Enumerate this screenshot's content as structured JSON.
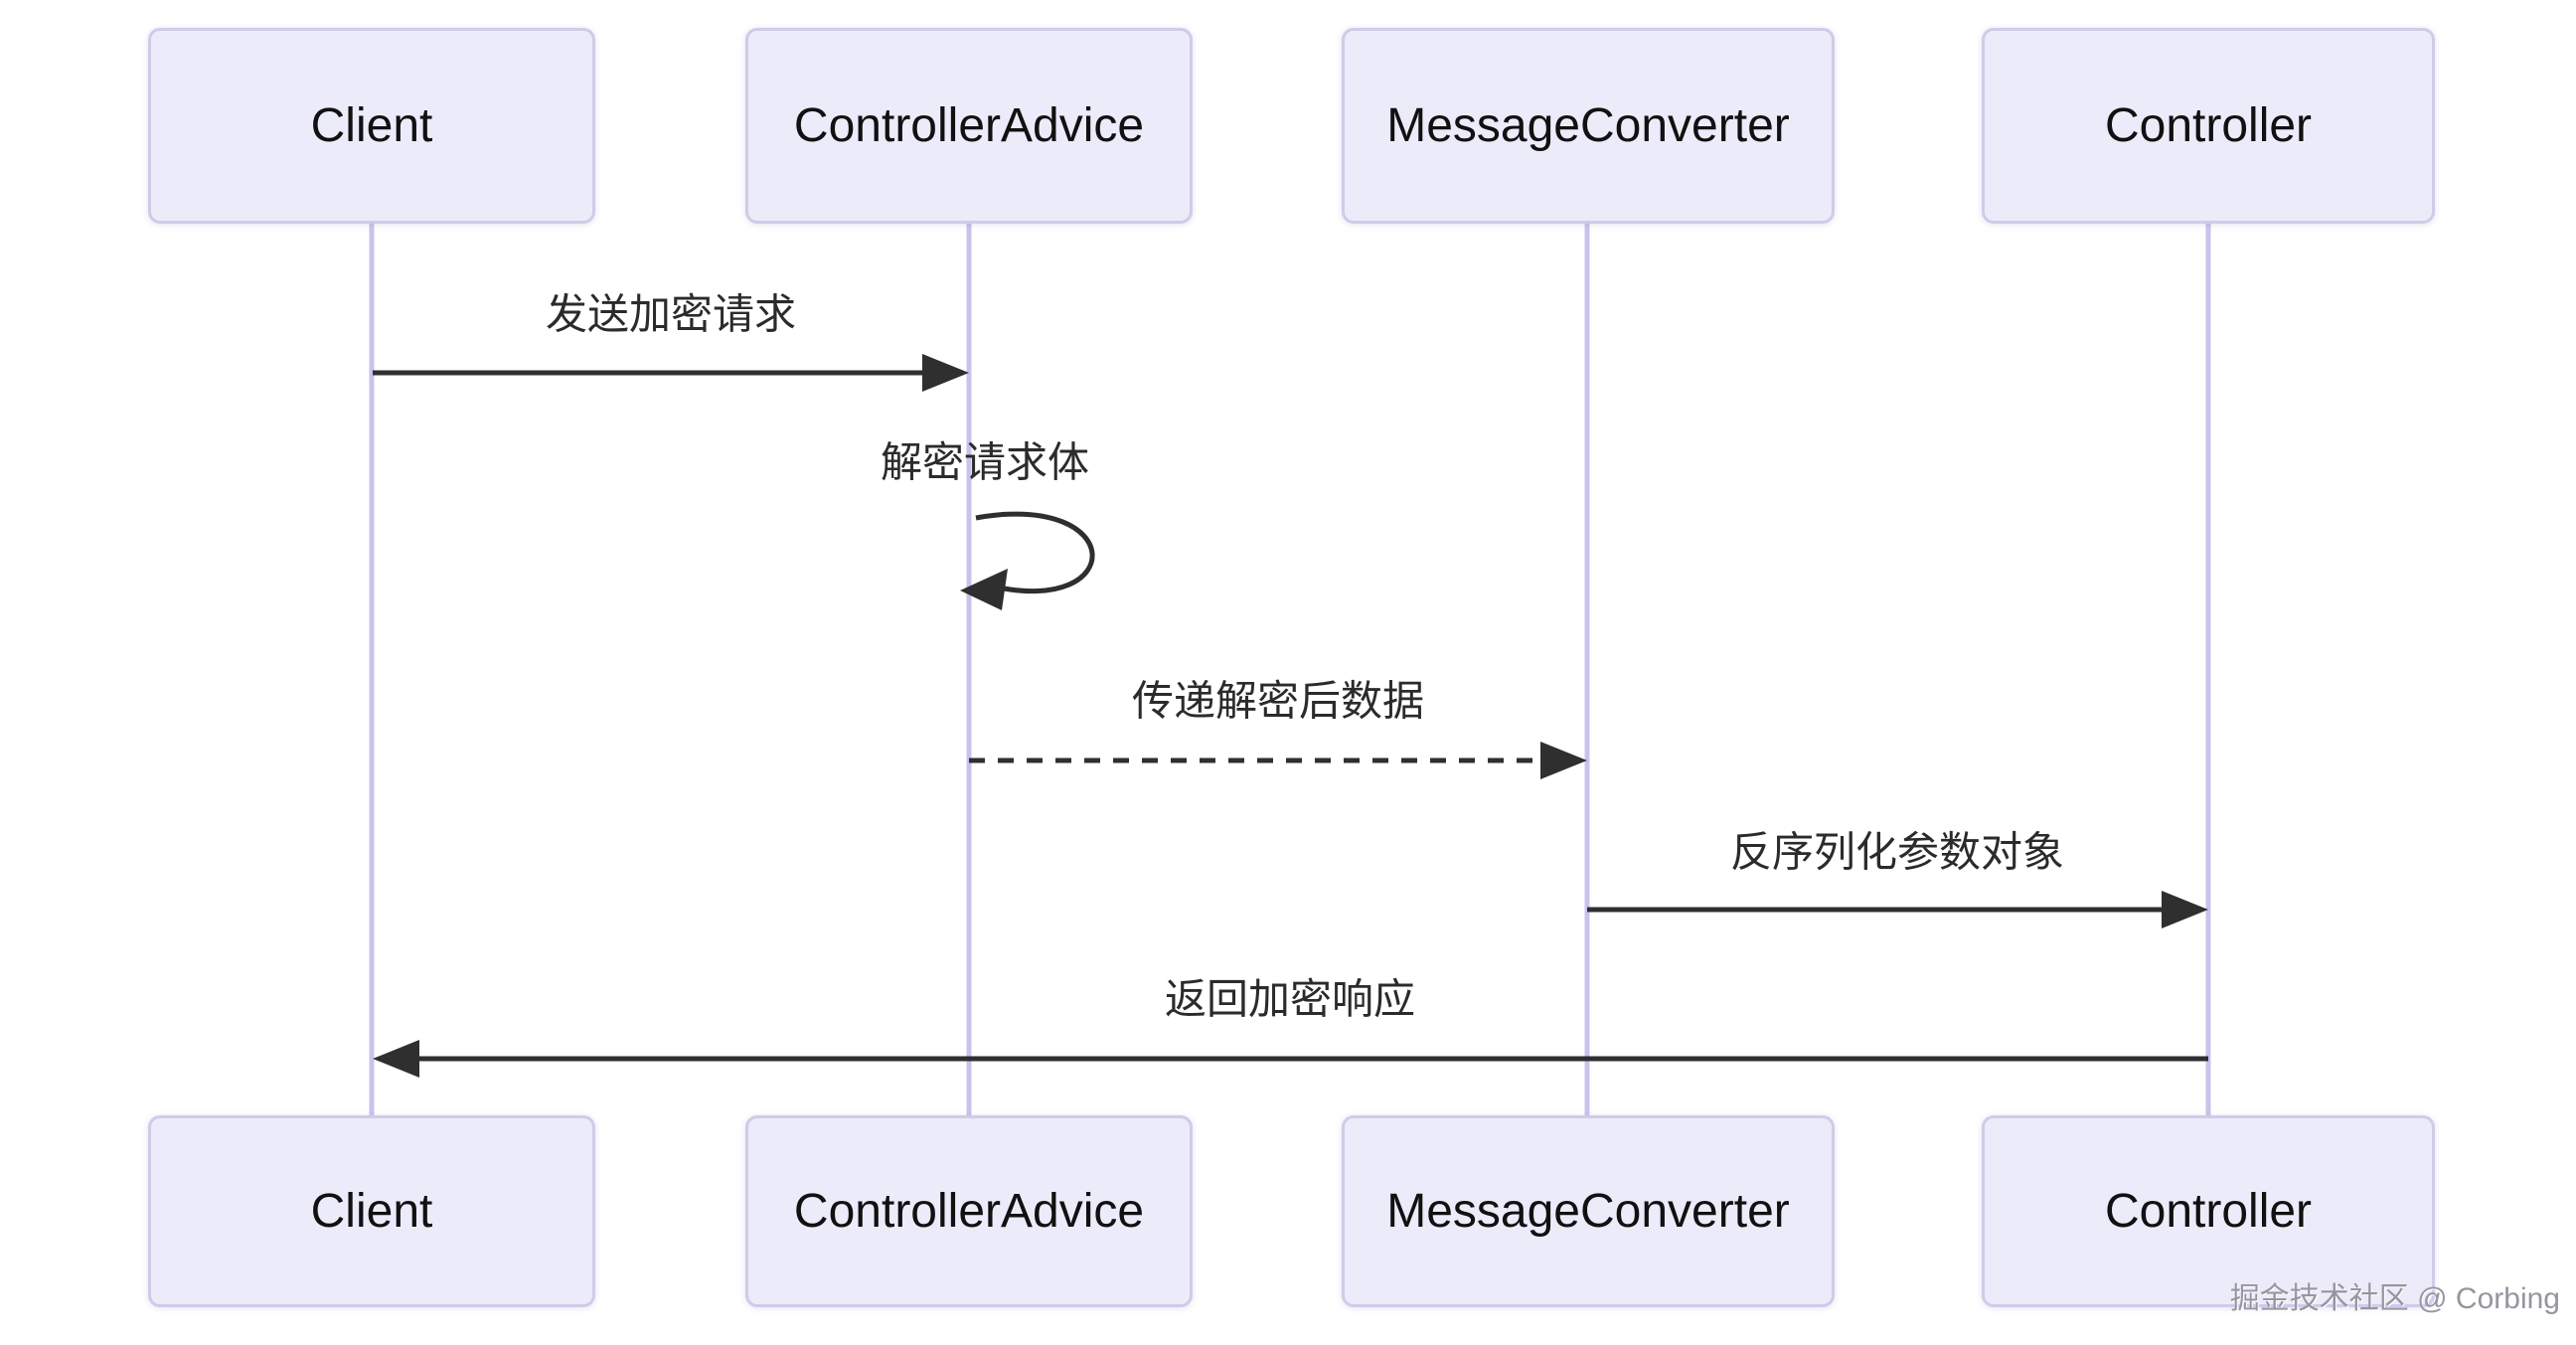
{
  "diagram": {
    "type": "sequence",
    "participants": [
      {
        "id": "client",
        "name": "Client"
      },
      {
        "id": "controller-advice",
        "name": "ControllerAdvice"
      },
      {
        "id": "message-converter",
        "name": "MessageConverter"
      },
      {
        "id": "controller",
        "name": "Controller"
      }
    ],
    "messages": [
      {
        "from": "Client",
        "to": "ControllerAdvice",
        "text": "发送加密请求",
        "line": "solid"
      },
      {
        "from": "ControllerAdvice",
        "to": "ControllerAdvice",
        "text": "解密请求体",
        "line": "self"
      },
      {
        "from": "ControllerAdvice",
        "to": "MessageConverter",
        "text": "传递解密后数据",
        "line": "dashed"
      },
      {
        "from": "MessageConverter",
        "to": "Controller",
        "text": "反序列化参数对象",
        "line": "solid"
      },
      {
        "from": "Controller",
        "to": "Client",
        "text": "返回加密响应",
        "line": "solid"
      }
    ],
    "colors": {
      "background": "#ffffff",
      "actor_fill": "#ecebfa",
      "actor_border": "#cfcbe8",
      "lifeline": "#cbc2ec",
      "arrow": "#2f2f2f",
      "message_text": "#2b2b2b",
      "watermark_text": "#98959f"
    },
    "watermark": "掘金技术社区 @ Corbing"
  }
}
